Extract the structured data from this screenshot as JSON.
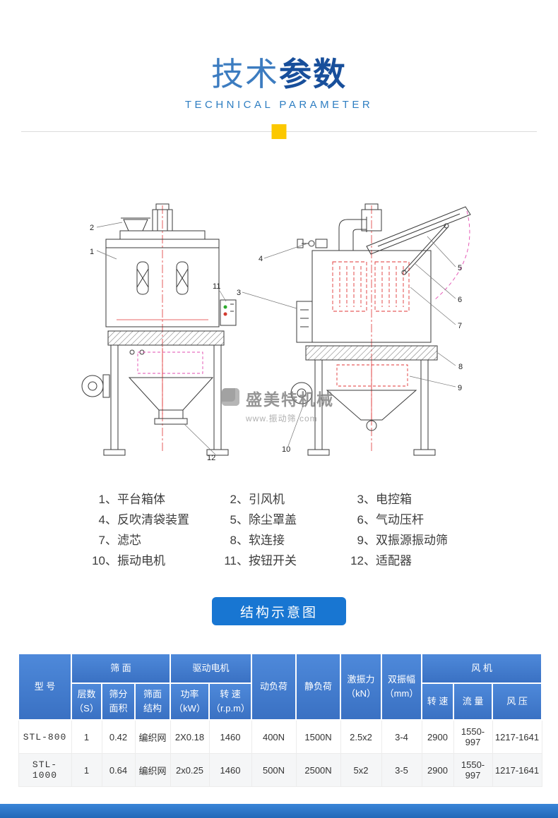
{
  "header": {
    "title_part1": "技术",
    "title_part2": "参数",
    "subtitle": "TECHNICAL PARAMETER"
  },
  "watermark": {
    "brand": "盛美特机械",
    "url": "www.振动筛.com"
  },
  "diagram": {
    "callouts": [
      "1",
      "2",
      "3",
      "4",
      "5",
      "6",
      "7",
      "8",
      "9",
      "10",
      "11",
      "12"
    ]
  },
  "legend": {
    "items": [
      {
        "num": "1、",
        "label": "平台箱体"
      },
      {
        "num": "2、",
        "label": "引风机"
      },
      {
        "num": "3、",
        "label": "电控箱"
      },
      {
        "num": "4、",
        "label": "反吹清袋装置"
      },
      {
        "num": "5、",
        "label": "除尘罩盖"
      },
      {
        "num": "6、",
        "label": "气动压杆"
      },
      {
        "num": "7、",
        "label": "滤芯"
      },
      {
        "num": "8、",
        "label": "软连接"
      },
      {
        "num": "9、",
        "label": "双振源振动筛"
      },
      {
        "num": "10、",
        "label": "振动电机"
      },
      {
        "num": "11、",
        "label": "按钮开关"
      },
      {
        "num": "12、",
        "label": "适配器"
      }
    ]
  },
  "button": {
    "label": "结构示意图"
  },
  "table": {
    "header": {
      "model": "型 号",
      "screen_group": "筛 面",
      "motor_group": "驱动电机",
      "layers": "层数\n（S）",
      "area": "筛分\n面积",
      "structure": "筛面\n结构",
      "power": "功率\n（kW）",
      "speed": "转 速\n（r.p.m）",
      "dynamic_load": "动负荷",
      "static_load": "静负荷",
      "excitation": "激振力\n（kN）",
      "amplitude": "双振幅\n（mm）",
      "fan_group": "风 机",
      "fan_speed": "转 速",
      "fan_flow": "流 量",
      "fan_pressure": "风 压"
    },
    "rows": [
      {
        "model": "STL-800",
        "layers": "1",
        "area": "0.42",
        "structure": "编织网",
        "power": "2X0.18",
        "speed": "1460",
        "dynamic": "400N",
        "static": "1500N",
        "excitation": "2.5x2",
        "amplitude": "3-4",
        "fan_speed": "2900",
        "fan_flow": "1550-997",
        "fan_pressure": "1217-1641"
      },
      {
        "model": "STL-1000",
        "layers": "1",
        "area": "0.64",
        "structure": "编织网",
        "power": "2x0.25",
        "speed": "1460",
        "dynamic": "500N",
        "static": "2500N",
        "excitation": "5x2",
        "amplitude": "3-5",
        "fan_speed": "2900",
        "fan_flow": "1550-997",
        "fan_pressure": "1217-1641"
      }
    ]
  },
  "colors": {
    "accent_blue": "#1876d2",
    "title_dark_blue": "#184f9b",
    "gold": "#fcc800",
    "table_header_blue": "#3a71c3"
  }
}
